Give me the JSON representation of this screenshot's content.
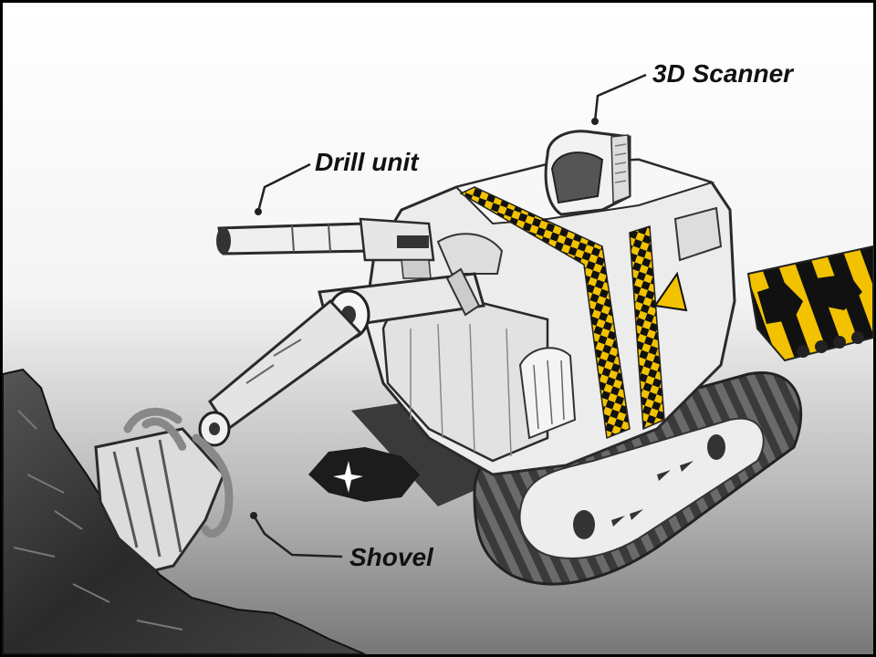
{
  "diagram": {
    "labels": {
      "scanner": "3D Scanner",
      "drill": "Drill unit",
      "shovel": "Shovel"
    }
  },
  "colors": {
    "accent_yellow": "#f2c200",
    "hazard_black": "#111111",
    "body_light": "#e9e9e9",
    "outline": "#2a2a2a",
    "ground_dark": "#2f2f2f"
  }
}
